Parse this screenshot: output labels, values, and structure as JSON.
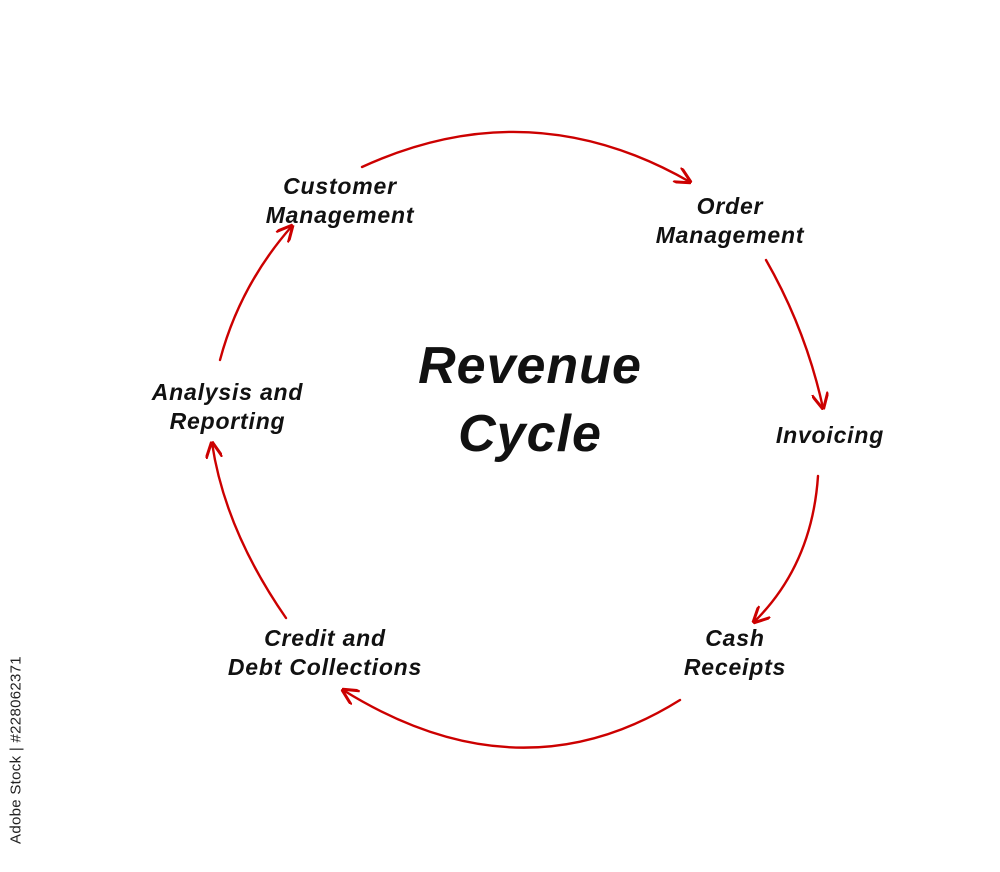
{
  "diagram": {
    "title_line1": "Revenue",
    "title_line2": "Cycle",
    "arrow_color": "#cc0000",
    "steps": [
      {
        "line1": "Customer",
        "line2": "Management"
      },
      {
        "line1": "Order",
        "line2": "Management"
      },
      {
        "line1": "Invoicing"
      },
      {
        "line1": "Cash",
        "line2": "Receipts"
      },
      {
        "line1": "Credit and",
        "line2": "Debt Collections"
      },
      {
        "line1": "Analysis and",
        "line2": "Reporting"
      }
    ]
  },
  "watermark": {
    "text": "Adobe Stock | #228062371"
  }
}
